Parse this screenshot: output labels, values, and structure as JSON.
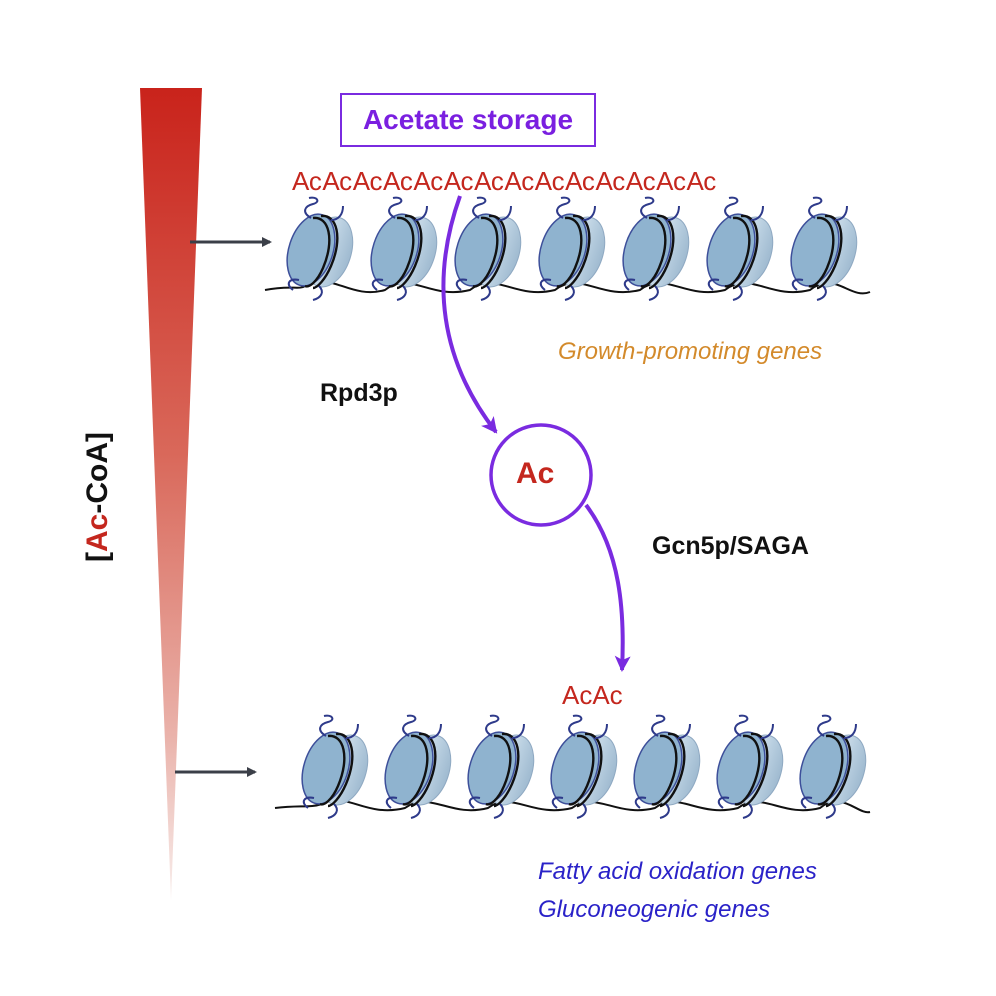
{
  "title_box": {
    "label": "Acetate storage"
  },
  "top_row": {
    "ac_labels": [
      "Ac",
      "Ac",
      "Ac",
      "Ac",
      "Ac",
      "Ac",
      "Ac",
      "Ac",
      "Ac",
      "Ac",
      "Ac",
      "Ac",
      "Ac",
      "Ac"
    ],
    "nucleosome_count": 7,
    "gene_label": "Growth-promoting genes"
  },
  "enzymes": {
    "deacetylase": "Rpd3p",
    "acetyltransferase": "Gcn5p/SAGA"
  },
  "pool": {
    "label": "Ac"
  },
  "bottom_row": {
    "ac_labels": [
      "Ac",
      "Ac"
    ],
    "nucleosome_count": 7,
    "gene_labels": [
      "Fatty acid oxidation genes",
      "Gluconeogenic genes"
    ]
  },
  "gradient_axis": {
    "bracket_open": "[",
    "ac_part": "Ac",
    "rest": "-CoA",
    "bracket_close": "]"
  },
  "colors": {
    "acetyl_red": "#c4271e",
    "arrow_purple": "#7a2be0",
    "growth_orange": "#d38a2b",
    "gene_blue": "#2a22c8",
    "gradient_top": "#c9231b",
    "nucleosome_fill": "#8fb3cf"
  }
}
